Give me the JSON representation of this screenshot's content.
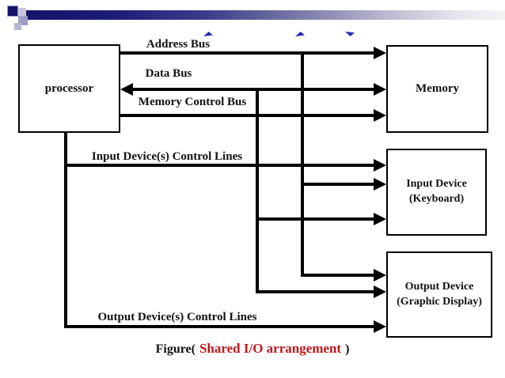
{
  "diagram": {
    "boxes": {
      "processor": "processor",
      "memory": "Memory",
      "input_device_line1": "Input Device",
      "input_device_line2": "(Keyboard)",
      "output_device_line1": "Output Device",
      "output_device_line2": "(Graphic Display)"
    },
    "bus_labels": {
      "address": "Address Bus",
      "data": "Data Bus",
      "memory_control": "Memory Control Bus",
      "input_control": "Input Device(s) Control Lines",
      "output_control": "Output Device(s) Control Lines"
    }
  },
  "caption": {
    "prefix": "Figure(",
    "highlight": "Shared I/O arrangement",
    "suffix": ")"
  },
  "colors": {
    "diagram_line": "#000000",
    "header_navy": "#1a1a75",
    "caption_red": "#c0181c",
    "mark_blue": "#2a2ab5"
  }
}
